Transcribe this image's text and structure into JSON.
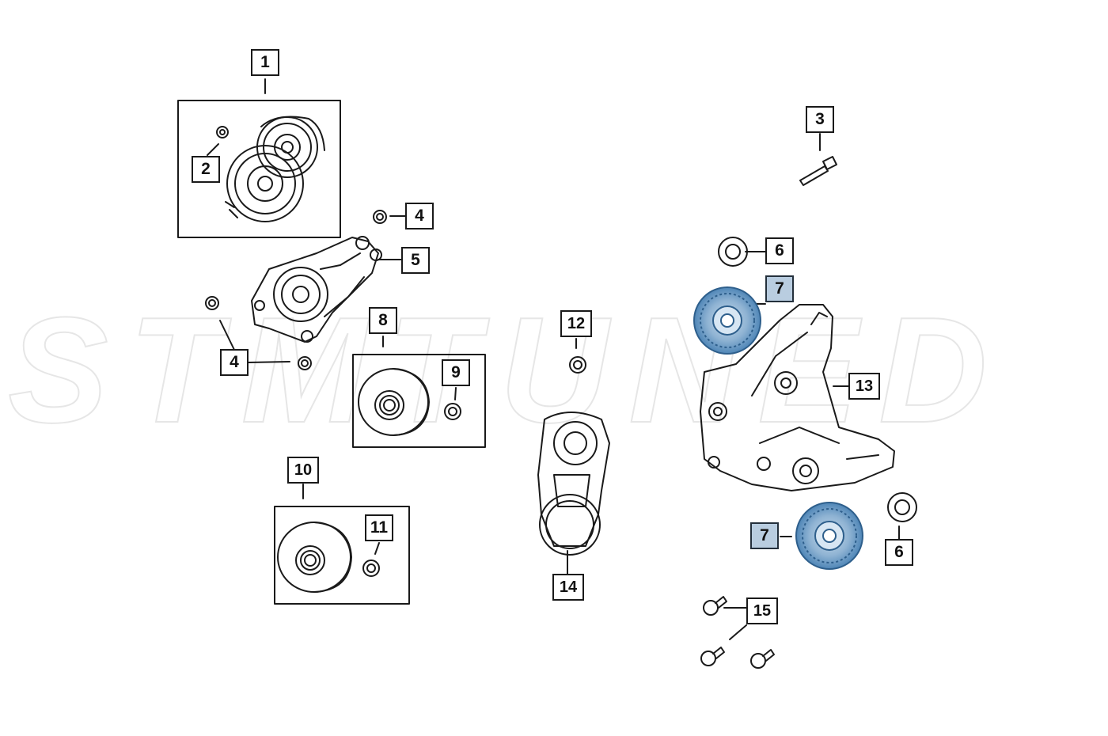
{
  "watermark": {
    "text": "STMTUNED"
  },
  "colors": {
    "line": "#1a1a1a",
    "highlight_fill": "#b9cde0",
    "pulley_blue": "#4f86b7",
    "pulley_blue_light": "#9dbdd8"
  },
  "callouts": [
    {
      "id": "c1",
      "label": "1"
    },
    {
      "id": "c2",
      "label": "2"
    },
    {
      "id": "c3",
      "label": "3"
    },
    {
      "id": "c4a",
      "label": "4"
    },
    {
      "id": "c4b",
      "label": "4"
    },
    {
      "id": "c5",
      "label": "5"
    },
    {
      "id": "c6a",
      "label": "6"
    },
    {
      "id": "c6b",
      "label": "6"
    },
    {
      "id": "c7a",
      "label": "7"
    },
    {
      "id": "c7b",
      "label": "7"
    },
    {
      "id": "c8",
      "label": "8"
    },
    {
      "id": "c9",
      "label": "9"
    },
    {
      "id": "c10",
      "label": "10"
    },
    {
      "id": "c11",
      "label": "11"
    },
    {
      "id": "c12",
      "label": "12"
    },
    {
      "id": "c13",
      "label": "13"
    },
    {
      "id": "c14",
      "label": "14"
    },
    {
      "id": "c15",
      "label": "15"
    }
  ]
}
